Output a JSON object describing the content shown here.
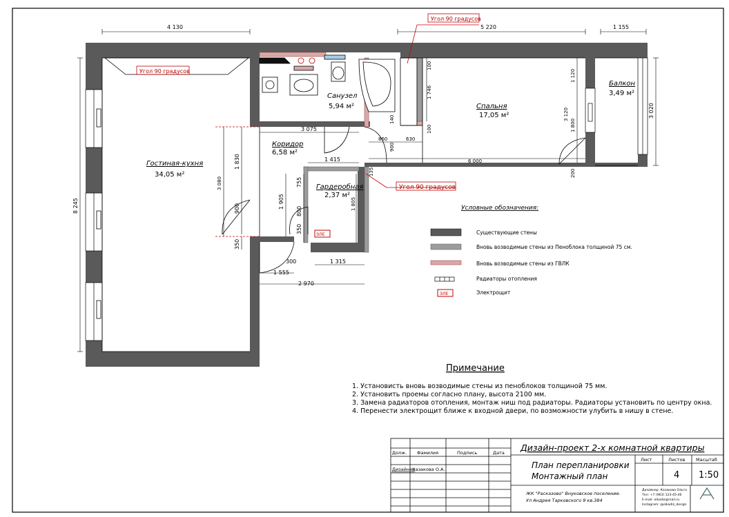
{
  "dimensions": {
    "top_left": "4 130",
    "top_mid": "5 220",
    "top_right": "1 155",
    "left_total": "8 245",
    "right_total": "3 020",
    "corridor_3075": "3 075",
    "d_1830": "1 830",
    "d_3080": "3 080",
    "d_900a": "900",
    "d_350a": "350",
    "d_1415": "1 415",
    "d_6000": "6 000",
    "d_860": "860",
    "d_630": "630",
    "d_900b": "900",
    "d_140": "140",
    "d_100a": "100",
    "d_1746": "1 746",
    "d_100b": "100",
    "d_1120": "1 120",
    "d_3120": "3 120",
    "d_1800": "1 800",
    "d_200a": "200",
    "d_135": "135",
    "d_755": "755",
    "d_1905": "1 905",
    "d_800": "800",
    "d_350b": "350",
    "d_1805": "1 805",
    "d_300": "300",
    "d_1315": "1 315",
    "d_1555": "1 555",
    "d_2970": "2 970"
  },
  "rooms": {
    "living": {
      "name": "Гостиная-кухня",
      "area": "34,05 м²"
    },
    "bath": {
      "name": "Санузел",
      "area": "5,94 м²"
    },
    "bedroom": {
      "name": "Спальня",
      "area": "17,05 м²"
    },
    "balcony": {
      "name": "Балкон",
      "area": "3,49 м²"
    },
    "corridor": {
      "name": "Коридор",
      "area": "6,58 м²"
    },
    "wardrobe": {
      "name": "Гардеробная",
      "area": "2,37 м²"
    }
  },
  "angle_label": "Угол 90 градусов",
  "panel_label": "ЭЛЕ",
  "legend": {
    "title": "Условные обозначения:",
    "items": [
      "Существующие стены",
      "Вновь возводимые стены из Пеноблока толщиной 75 см.",
      "Вновь возводимые стены из ГВЛК",
      "Радиаторы отопления",
      "Электрощит"
    ]
  },
  "notes": {
    "title": "Примечание",
    "items": [
      "1. Установисть вновь возводимые стены из пеноблоков толщиной 75 мм.",
      "2. Установить проемы согласно плану, высота 2100 мм.",
      "3. Замена радиаторов отопления, монтаж ниш под радиаторы. Радиаторы установить по центру окна.",
      "4. Перенести электрощит ближе к входной двери, по возможности улубить в нишу в стене."
    ]
  },
  "title_block": {
    "project": "Дизайн-проект 2-х комнатной квартиры",
    "col_dolzh": "Долж.",
    "col_familia": "Фамилия",
    "col_podpis": "Подпись",
    "col_data": "Дата",
    "row_role": "Дизайнер",
    "row_name": "Казакова О.А.",
    "drawing_line1": "План перепланировки",
    "drawing_line2": "Монтажный план",
    "list_label": "Лист",
    "listov_label": "Листов",
    "scale_label": "Масштаб",
    "sheet_no": "4",
    "scale": "1:50",
    "address_line1": "ЖК \"Расказово\" Внуковское поселение.",
    "address_line2": "Ул Андрея Тарковского 9 кв.384",
    "contact1": "Дизайнер: Казакова Ольга",
    "contact2": "Тел: +7 (963) 123-45-46",
    "contact3": "E-mail: olkadiz@mail.ru",
    "contact4": "Instagram: @olkadiz_design"
  },
  "colors": {
    "existing_wall": "#5a5a5a",
    "foam_wall": "#9c9c9c",
    "gvlk_wall": "#c88a8a",
    "red": "#c00000",
    "blue_note": "#1a1aa0"
  }
}
